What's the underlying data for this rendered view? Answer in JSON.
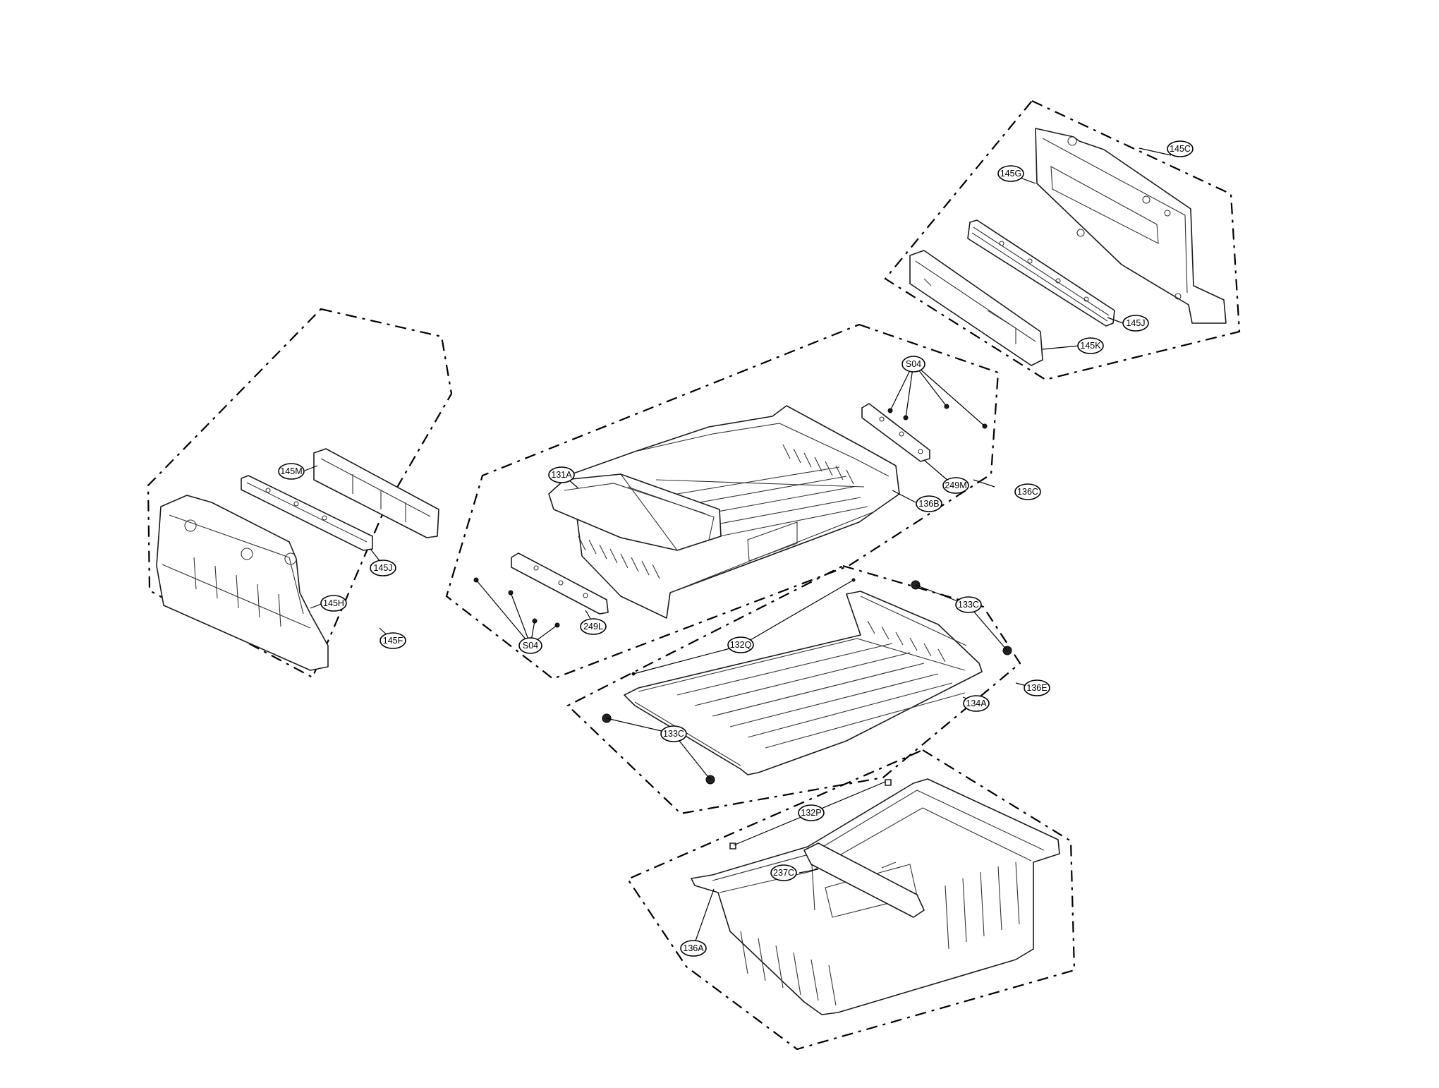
{
  "callouts": {
    "c145C": "145C",
    "c145G": "145G",
    "c145J_right": "145J",
    "c145K": "145K",
    "cS04_top": "S04",
    "c249M": "249M",
    "c136C": "136C",
    "c136B": "136B",
    "c131A": "131A",
    "c249L": "249L",
    "cS04_bottom": "S04",
    "c145M": "145M",
    "c145J_left": "145J",
    "c145H": "145H",
    "c145F": "145F",
    "c133C_upper": "133C",
    "c132Q": "132Q",
    "c136E": "136E",
    "c134A": "134A",
    "c133C_lower": "133C",
    "c132P": "132P",
    "c237C": "237C",
    "c136A": "136A"
  },
  "colors": {
    "line": "#000000",
    "background": "#ffffff"
  }
}
